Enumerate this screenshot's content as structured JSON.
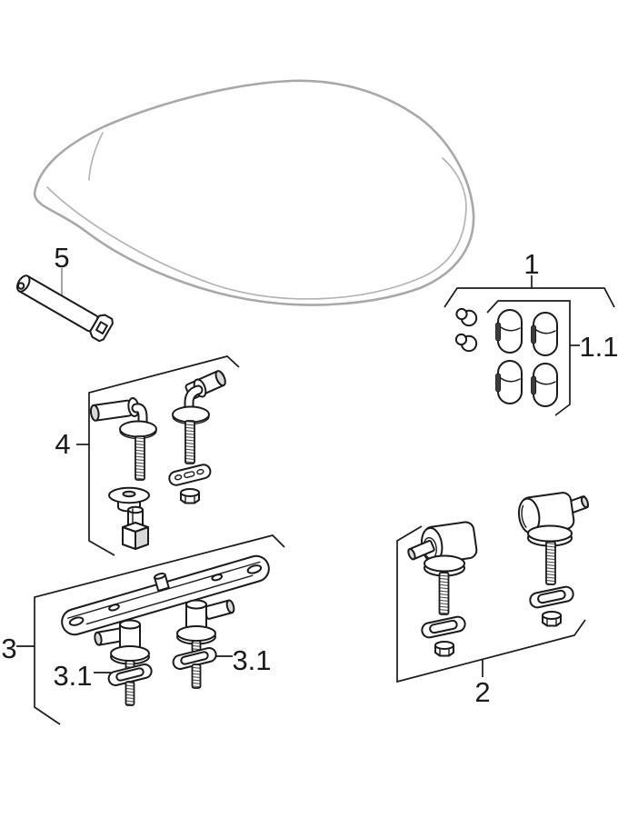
{
  "diagram": {
    "background": "#ffffff",
    "line_color": "#1a1a1a",
    "seat_outline_color": "#a8a8a8",
    "callouts": {
      "c1": "1",
      "c1_1": "1.1",
      "c2": "2",
      "c3": "3",
      "c3_1_left": "3.1",
      "c3_1_right": "3.1",
      "c4": "4",
      "c5": "5"
    }
  }
}
